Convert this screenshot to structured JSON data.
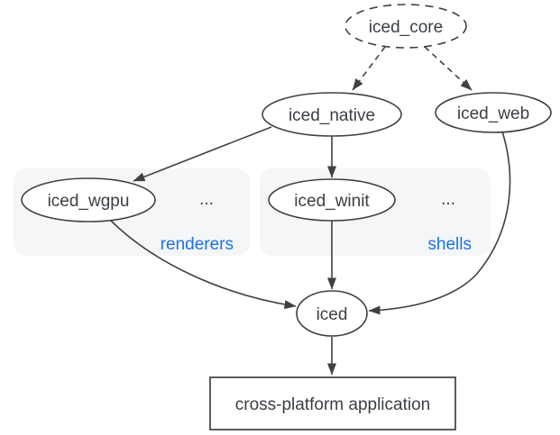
{
  "diagram": {
    "type": "dependency-graph",
    "nodes": {
      "iced_core": {
        "label": "iced_core",
        "shape": "ellipse",
        "border": "dashed"
      },
      "iced_native": {
        "label": "iced_native",
        "shape": "ellipse",
        "border": "solid"
      },
      "iced_web": {
        "label": "iced_web",
        "shape": "ellipse",
        "border": "solid"
      },
      "iced_wgpu": {
        "label": "iced_wgpu",
        "shape": "ellipse",
        "border": "solid",
        "group": "renderers"
      },
      "iced_winit": {
        "label": "iced_winit",
        "shape": "ellipse",
        "border": "solid",
        "group": "shells"
      },
      "iced": {
        "label": "iced",
        "shape": "ellipse",
        "border": "solid"
      },
      "application": {
        "label": "cross-platform application",
        "shape": "rectangle",
        "border": "solid"
      }
    },
    "groups": {
      "renderers": {
        "label": "renderers",
        "ellipsis": "..."
      },
      "shells": {
        "label": "shells",
        "ellipsis": "..."
      }
    },
    "edges": [
      {
        "from": "iced_core",
        "to": "iced_native",
        "style": "dashed"
      },
      {
        "from": "iced_core",
        "to": "iced_web",
        "style": "dashed"
      },
      {
        "from": "iced_native",
        "to": "iced_wgpu",
        "style": "solid"
      },
      {
        "from": "iced_native",
        "to": "iced_winit",
        "style": "solid"
      },
      {
        "from": "iced_wgpu",
        "to": "iced",
        "style": "solid"
      },
      {
        "from": "iced_winit",
        "to": "iced",
        "style": "solid"
      },
      {
        "from": "iced_web",
        "to": "iced",
        "style": "solid"
      },
      {
        "from": "iced",
        "to": "application",
        "style": "solid"
      }
    ],
    "colors": {
      "stroke": "#404040",
      "text": "#3a3f44",
      "group_background": "#f5f6f8",
      "group_label": "#1a73e8",
      "node_fill": "#ffffff",
      "background": "#ffffff"
    }
  }
}
